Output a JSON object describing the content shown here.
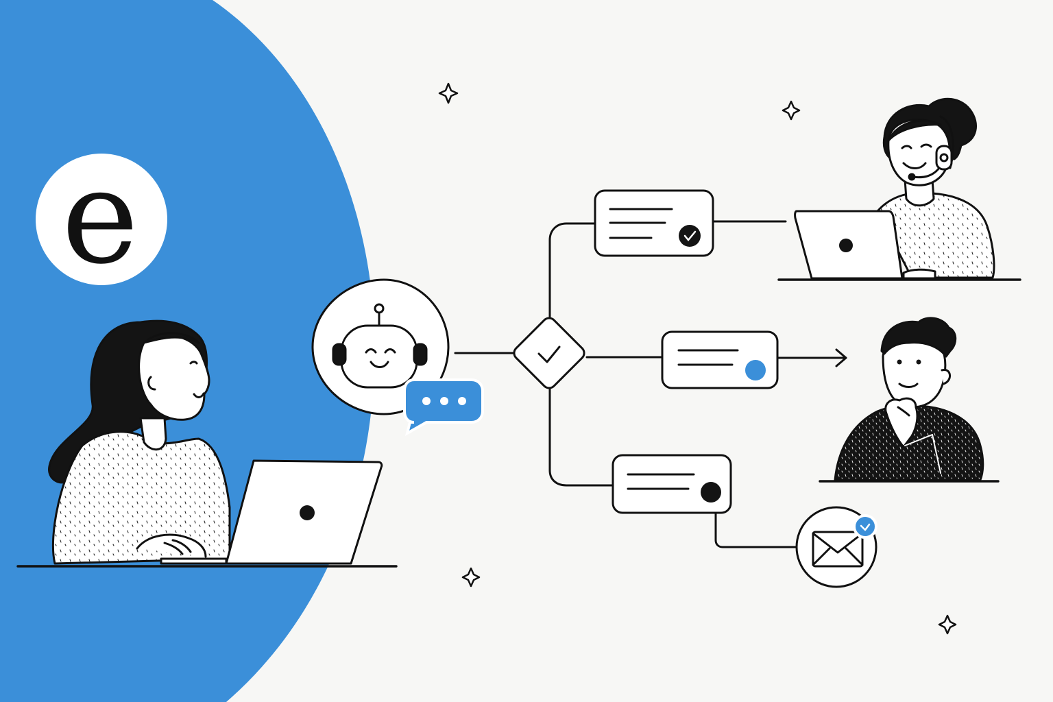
{
  "logo": {
    "letter": "e"
  },
  "colors": {
    "accent": "#3b8fd9",
    "ink": "#111111",
    "background": "#f7f7f5",
    "paper": "#ffffff"
  },
  "icons": {
    "robot": "robot-icon",
    "chat": "chat-bubble-icon",
    "decision": "decision-diamond-icon",
    "check": "check-icon",
    "mail": "envelope-icon",
    "arrow": "arrow-right-icon",
    "sparkle": "sparkle-icon"
  },
  "routes": [
    {
      "name": "agent-support",
      "status": "done"
    },
    {
      "name": "human-handoff",
      "status": "active"
    },
    {
      "name": "email-followup",
      "status": "pending"
    }
  ]
}
